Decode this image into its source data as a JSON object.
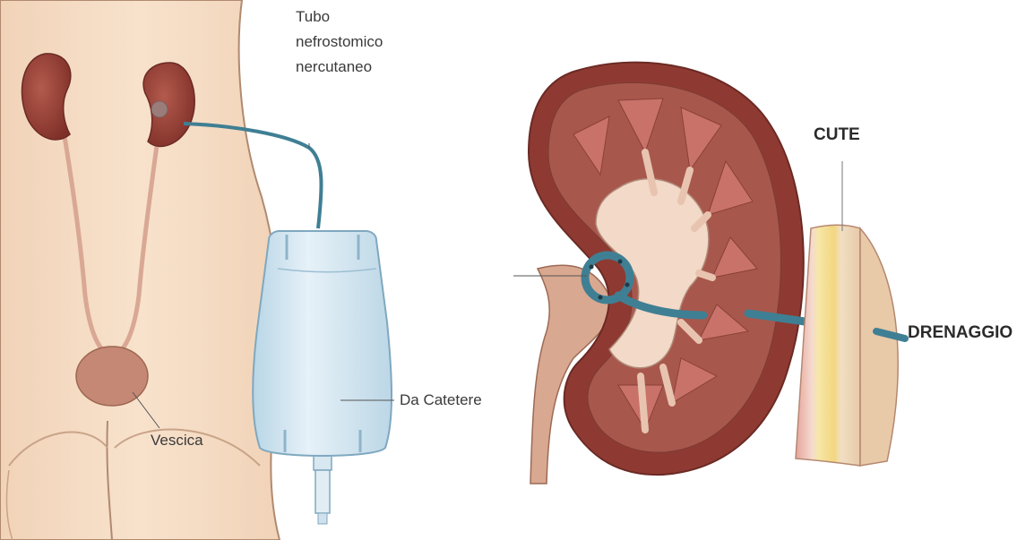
{
  "figure": {
    "left_panel": {
      "labels": {
        "tube_line1": "Tubo",
        "tube_line2": "nefrostomico",
        "tube_line3": "nercutaneo",
        "bag": "Da  Catetere",
        "bladder": "Vescica"
      }
    },
    "right_panel": {
      "labels": {
        "skin": "CUTE",
        "drainage": "DRENAGGIO"
      }
    },
    "colors": {
      "skin": "#f4d9c0",
      "skin_outline": "#b08a70",
      "kidney": "#8e3a32",
      "tube": "#4a8aa0",
      "bag": "#d4e6f1",
      "bladder": "#c08070"
    }
  }
}
